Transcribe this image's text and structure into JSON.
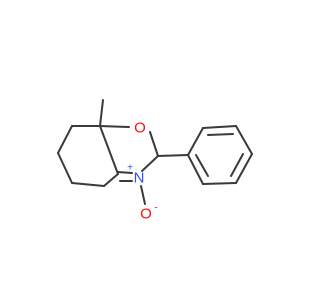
{
  "molecule": {
    "atoms": {
      "oxygen_ring": {
        "symbol": "O",
        "color": "#ff0d0d"
      },
      "nitrogen": {
        "symbol": "N",
        "charge": "+",
        "color": "#3050f8"
      },
      "oxygen_oxide": {
        "symbol": "O",
        "charge": "-",
        "color": "#ff0d0d"
      }
    },
    "bond_color": "#3a3a3a"
  }
}
